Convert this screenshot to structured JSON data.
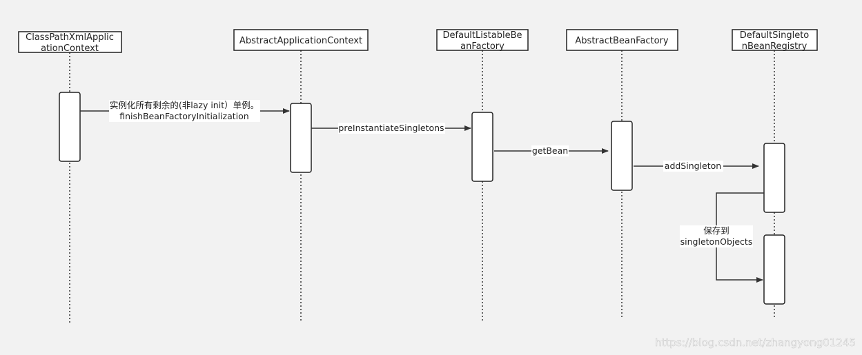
{
  "participants": [
    {
      "id": "cpx",
      "label_lines": [
        "ClassPathXmlApplic",
        "ationContext"
      ]
    },
    {
      "id": "aac",
      "label_lines": [
        "AbstractApplicationContext"
      ]
    },
    {
      "id": "dlbf",
      "label_lines": [
        "DefaultListableBe",
        "anFactory"
      ]
    },
    {
      "id": "abf",
      "label_lines": [
        "AbstractBeanFactory"
      ]
    },
    {
      "id": "dsbr",
      "label_lines": [
        "DefaultSingleto",
        "nBeanRegistry"
      ]
    }
  ],
  "messages": [
    {
      "id": "m1",
      "label_lines": [
        "实例化所有剩余的(非lazy init）单例。",
        "finishBeanFactoryInitialization"
      ]
    },
    {
      "id": "m2",
      "label_lines": [
        "preInstantiateSingletons"
      ]
    },
    {
      "id": "m3",
      "label_lines": [
        "getBean"
      ]
    },
    {
      "id": "m4",
      "label_lines": [
        "addSingleton"
      ]
    },
    {
      "id": "m5",
      "label_lines": [
        "保存到",
        "singletonObjects"
      ]
    }
  ],
  "watermark": "https://blog.csdn.net/zhangyong01245"
}
